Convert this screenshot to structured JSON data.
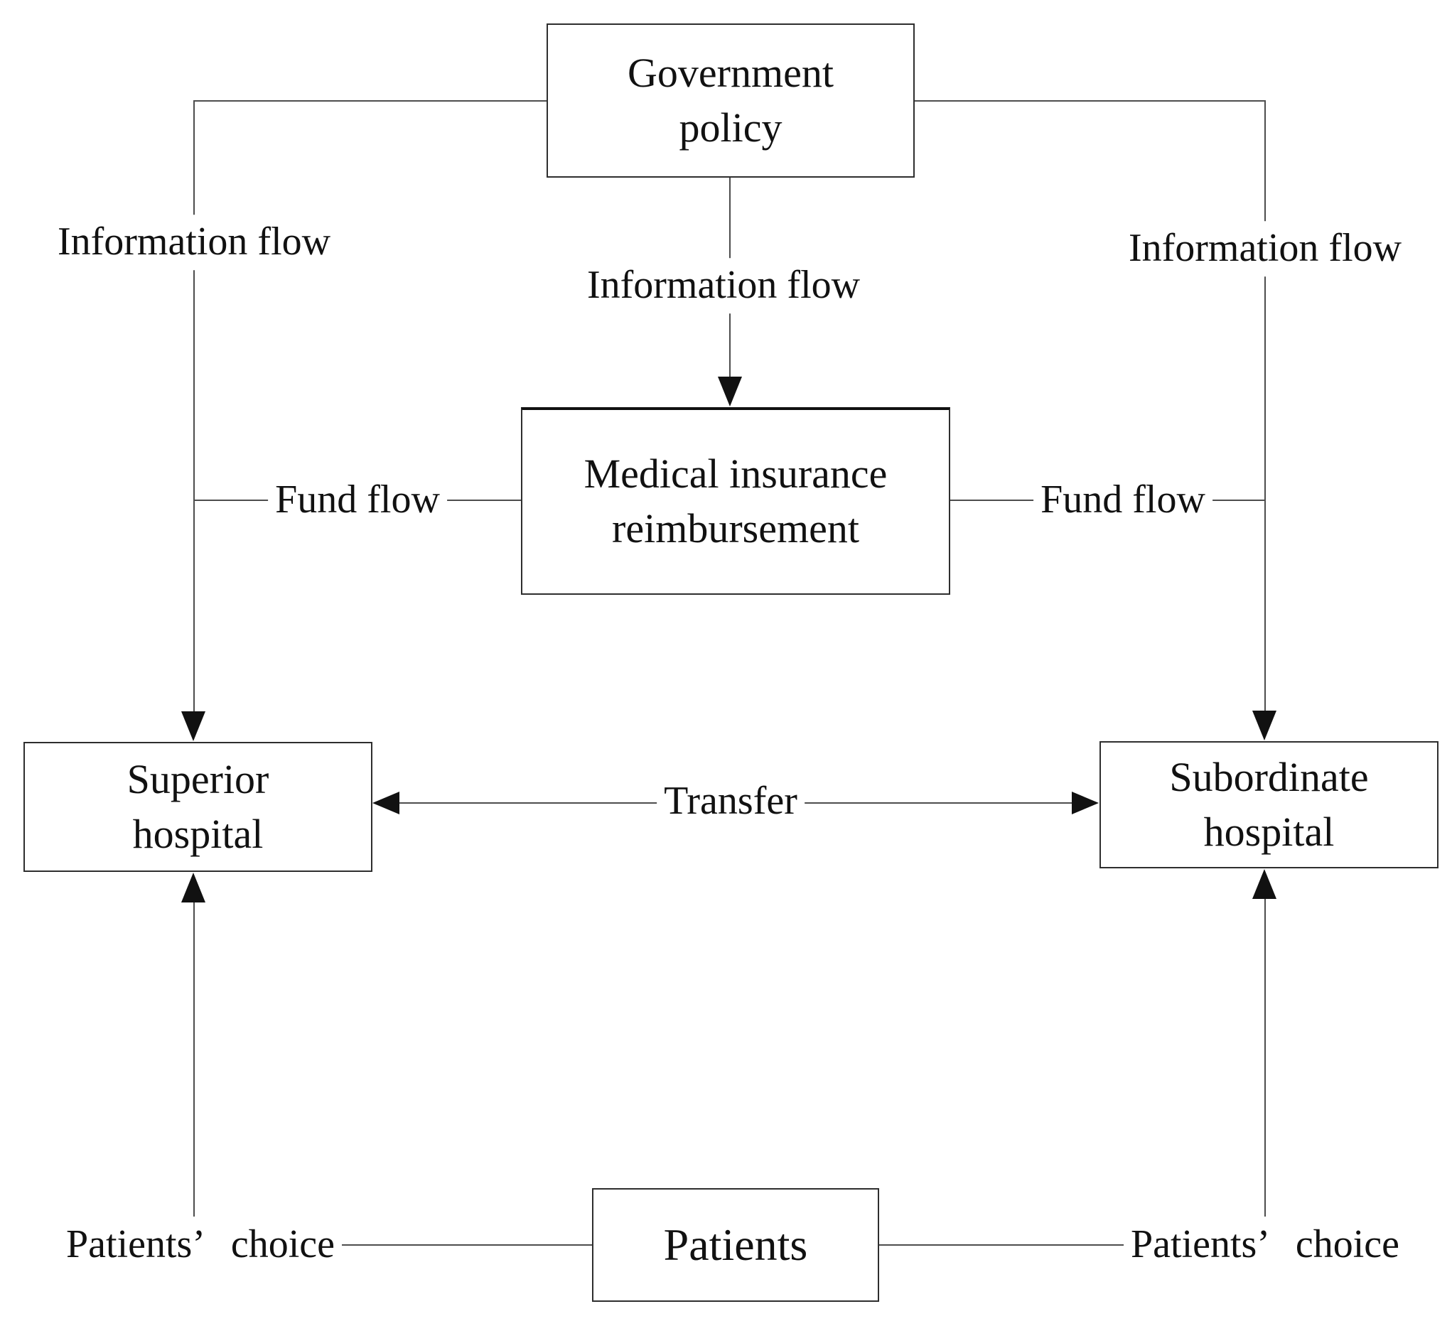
{
  "diagram": {
    "type": "flow-diagram",
    "background_color": "#ffffff",
    "line_color": "#4d4d4d",
    "arrow_color": "#111111",
    "text_color": "#111111",
    "nodes": {
      "government": {
        "label": "Government\npolicy"
      },
      "medical": {
        "label": "Medical insurance\nreimbursement"
      },
      "superior": {
        "label": "Superior\nhospital"
      },
      "subordinate": {
        "label": "Subordinate\nhospital"
      },
      "patients": {
        "label": "Patients"
      }
    },
    "edges": [
      {
        "from": "government-policy",
        "to": "superior-hospital",
        "label": "Information flow",
        "type": "arrow"
      },
      {
        "from": "government-policy",
        "to": "medical-insurance-reimbursement",
        "label": "Information flow",
        "type": "arrow"
      },
      {
        "from": "government-policy",
        "to": "subordinate-hospital",
        "label": "Information flow",
        "type": "arrow"
      },
      {
        "from": "medical-insurance-reimbursement",
        "to": "superior-hospital",
        "label": "Fund flow",
        "type": "line"
      },
      {
        "from": "medical-insurance-reimbursement",
        "to": "subordinate-hospital",
        "label": "Fund flow",
        "type": "line"
      },
      {
        "from": "superior-hospital",
        "to": "subordinate-hospital",
        "label": "Transfer",
        "type": "double-arrow"
      },
      {
        "from": "patients",
        "to": "superior-hospital",
        "label": "Patients’ choice",
        "type": "arrow"
      },
      {
        "from": "patients",
        "to": "subordinate-hospital",
        "label": "Patients’ choice",
        "type": "arrow"
      }
    ]
  }
}
